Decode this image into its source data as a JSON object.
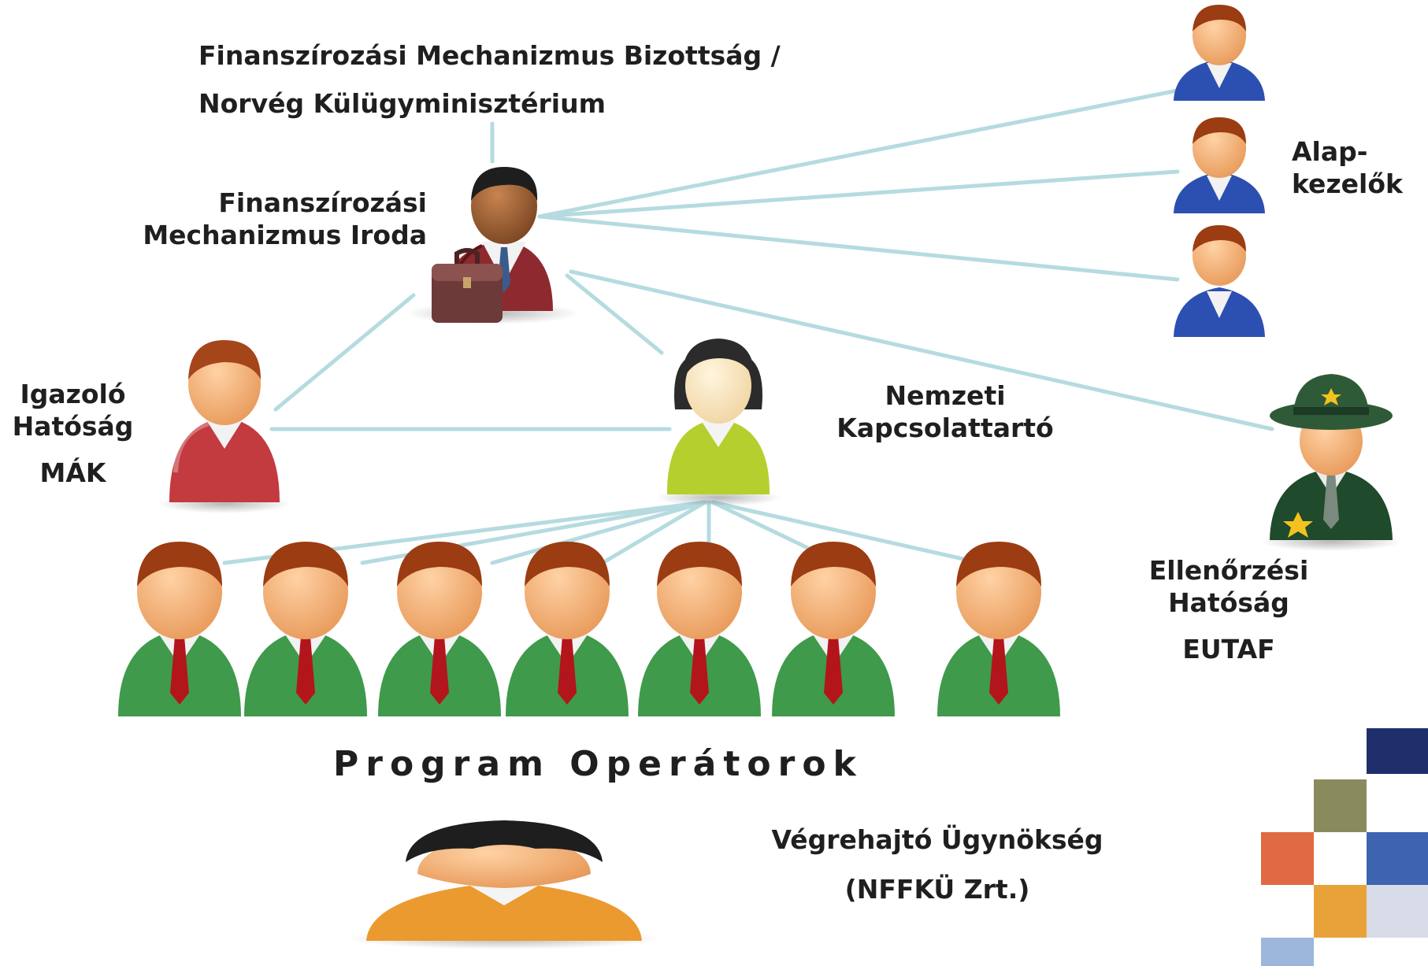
{
  "labels": {
    "top_body": [
      "Finanszírozási Mechanizmus Bizottság /",
      "Norvég Külügyminisztérium"
    ],
    "office": [
      "Finanszírozási",
      "Mechanizmus Iroda"
    ],
    "fund": [
      "Alap-",
      "kezelők"
    ],
    "certifying": [
      "Igazoló",
      "Hatóság"
    ],
    "certifying_org": "MÁK",
    "national": [
      "Nemzeti",
      "Kapcsolattartó"
    ],
    "audit": [
      "Ellenőrzési",
      "Hatóság"
    ],
    "audit_org": "EUTAF",
    "operators": "Program Operátorok",
    "agency": [
      "Végrehajtó Ügynökség",
      "(NFFKÜ Zrt.)"
    ]
  },
  "colors": {
    "connector": "#b5dbe0",
    "office_suit": "#8e2a2f",
    "fund_suit": "#2c4fb2",
    "certifying_suit": "#c33a3f",
    "national_suit": "#b5cf2f",
    "audit_suit": "#1f4a2c",
    "operator_suit": "#3f9a4b",
    "agency_suit": "#ea9a2f"
  },
  "icons": {
    "office": "businessman-briefcase-icon",
    "fund": "person-blue-icon",
    "certifying": "person-red-icon",
    "national": "woman-green-icon",
    "audit": "police-officer-icon",
    "operator": "person-green-icon",
    "agency": "person-orange-icon"
  }
}
